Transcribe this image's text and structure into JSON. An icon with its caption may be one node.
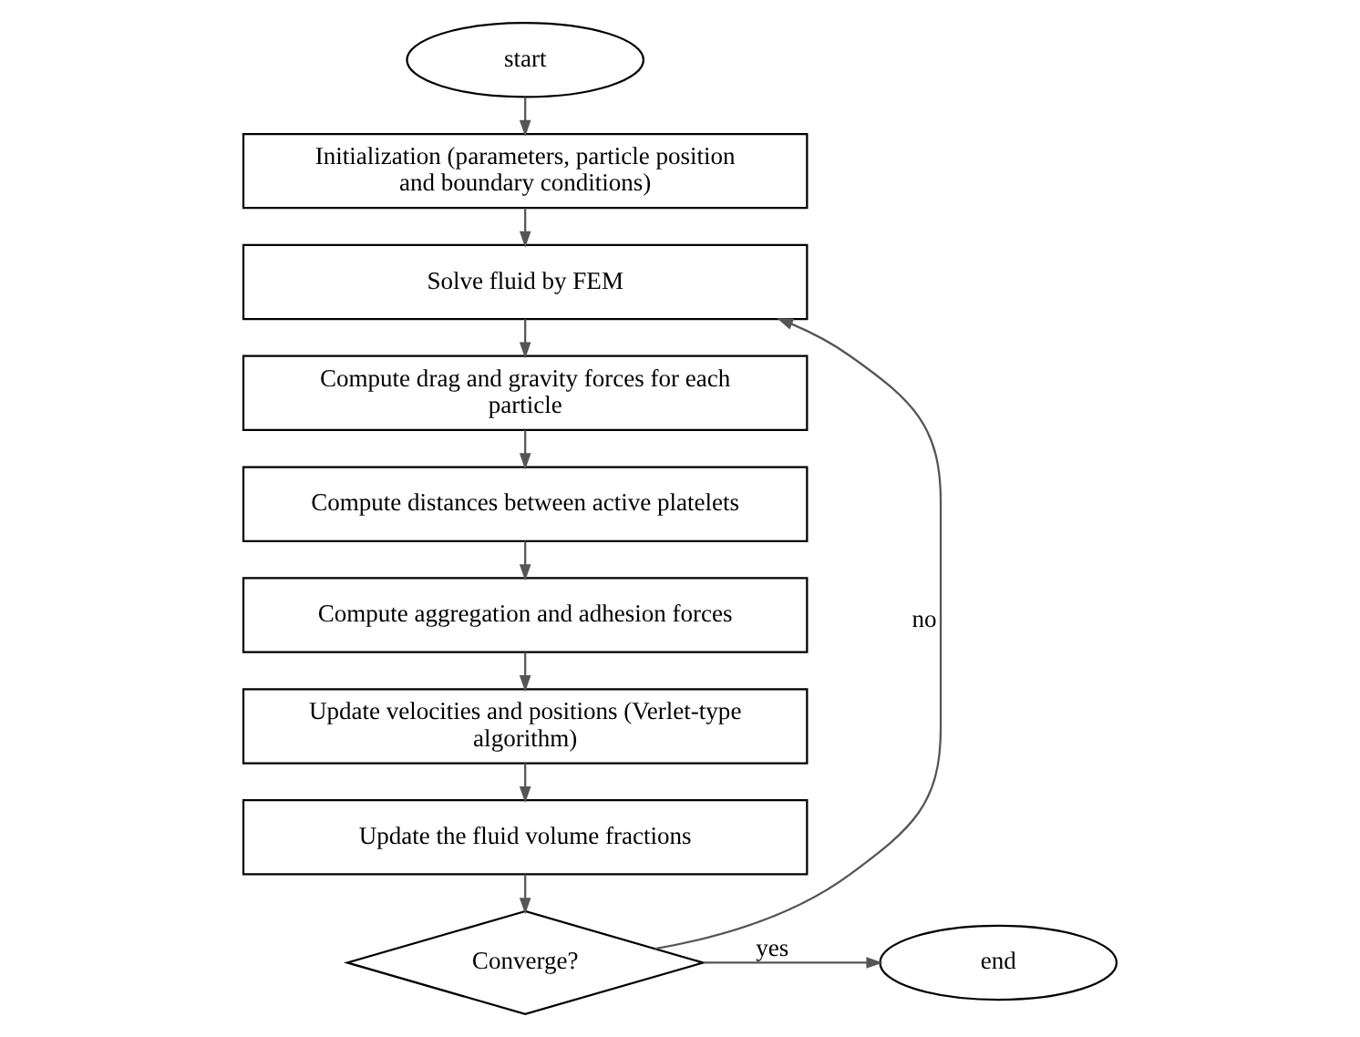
{
  "diagram": {
    "nodes": [
      {
        "text": [
          "start"
        ]
      },
      {
        "text": [
          "Initialization (parameters, particle position and boundary conditions)"
        ]
      },
      {
        "text": [
          "Solve fluid by FEM"
        ]
      },
      {
        "text": [
          "Compute drag and gravity forces for each particle"
        ]
      },
      {
        "text": [
          "Compute distances between active platelets"
        ]
      },
      {
        "text": [
          "Compute aggregation and adhesion forces"
        ]
      },
      {
        "text": [
          "Update velocities and positions (Verlet-type algorithm)"
        ]
      },
      {
        "text": [
          "Update the fluid volume fractions"
        ]
      },
      {
        "text": [
          "Converge?"
        ]
      },
      {
        "text": [
          "end"
        ]
      }
    ],
    "edges": [
      {
        "from": 0,
        "to": 1,
        "arrow": "to"
      },
      {
        "from": 1,
        "to": 2,
        "arrow": "to"
      },
      {
        "from": 2,
        "to": 3,
        "arrow": "to"
      },
      {
        "from": 3,
        "to": 4,
        "arrow": "to"
      },
      {
        "from": 4,
        "to": 5,
        "arrow": "to"
      },
      {
        "from": 5,
        "to": 6,
        "arrow": "to"
      },
      {
        "from": 6,
        "to": 7,
        "arrow": "to"
      },
      {
        "from": 7,
        "to": 8,
        "arrow": "to"
      },
      {
        "from": 8,
        "to": 2,
        "arrow": "to",
        "label": "no"
      },
      {
        "from": 8,
        "to": 9,
        "arrow": "to",
        "label": "yes"
      }
    ]
  }
}
